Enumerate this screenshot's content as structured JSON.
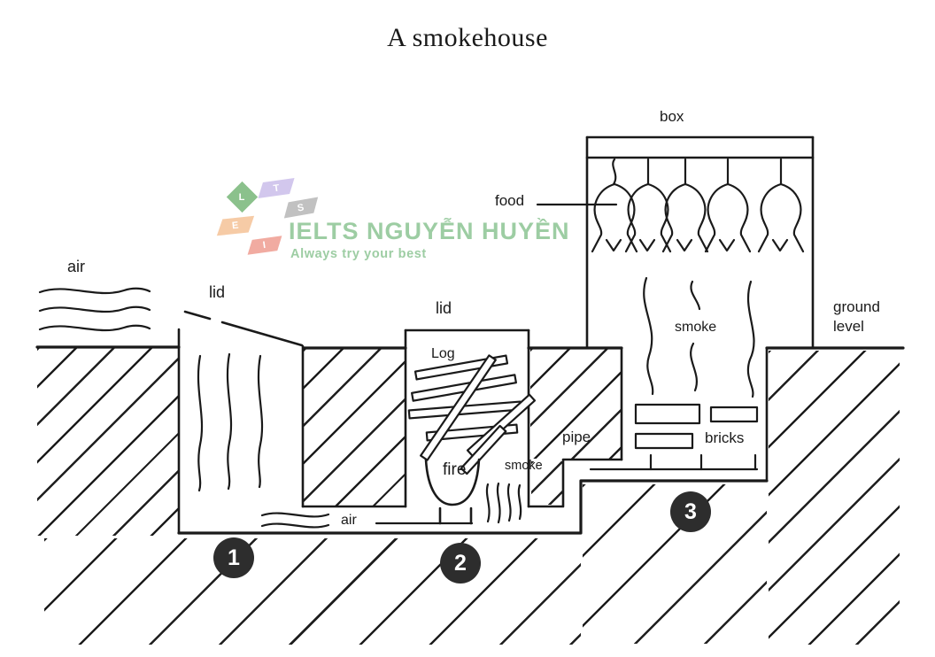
{
  "title": "A smokehouse",
  "watermark": {
    "brand": "IELTS NGUYỄN HUYỀN",
    "tagline": "Always try your best",
    "logo_letters": {
      "l": "L",
      "t": "T",
      "s": "S",
      "e": "E",
      "i": "I"
    },
    "colors": {
      "brand_text": "#95c99c",
      "tile_l": "#82bc83",
      "tile_t": "#cfc3ec",
      "tile_s": "#bcbcbc",
      "tile_e": "#f6c79f",
      "tile_i": "#f0a49a"
    }
  },
  "labels": {
    "air_surface": "air",
    "lid_pit": "lid",
    "lid_fire_chamber": "lid",
    "log": "Log",
    "fire": "fire",
    "smoke_fire": "smoke",
    "pipe": "pipe",
    "air_tunnel": "air",
    "box": "box",
    "food": "food",
    "smoke_box": "smoke",
    "bricks": "bricks",
    "ground_level": "ground level"
  },
  "markers": {
    "one": "1",
    "two": "2",
    "three": "3"
  },
  "colors": {
    "line": "#1a1a1a",
    "marker_bg": "#2d2d2d",
    "marker_text": "#ffffff",
    "background": "#ffffff"
  }
}
